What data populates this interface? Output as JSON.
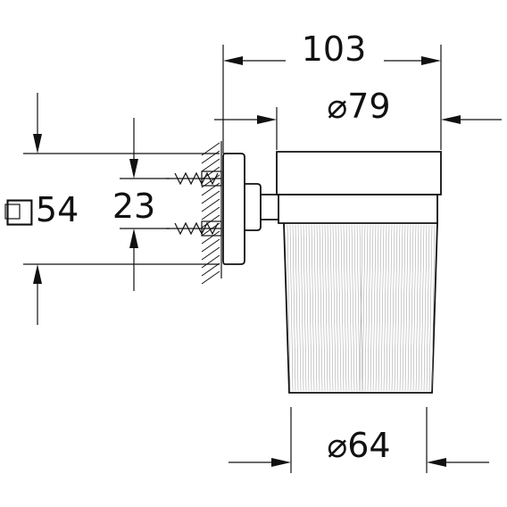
{
  "dimensions": {
    "overall_depth": "103",
    "rim_diameter": "⌀79",
    "base_diameter": "⌀64",
    "plate_size": "□54",
    "screw_spacing": "23"
  },
  "colors": {
    "line": "#111111",
    "background": "#ffffff"
  }
}
